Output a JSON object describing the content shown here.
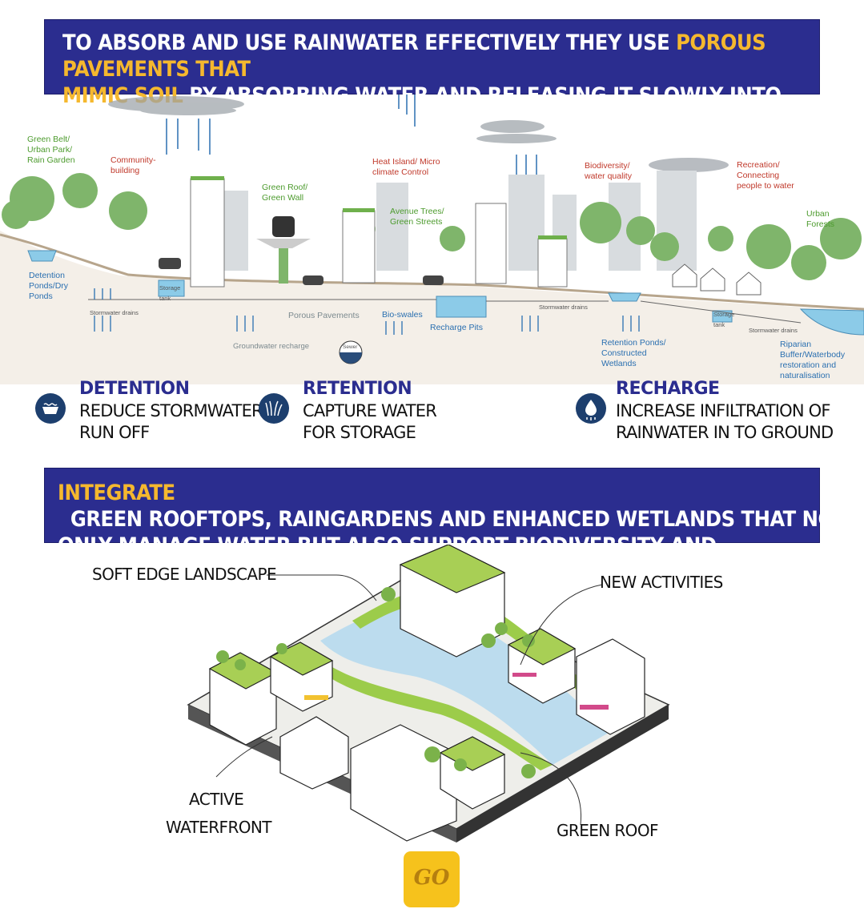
{
  "banner1": {
    "line1_pre": "TO ABSORB AND USE RAINWATER EFFECTIVELY THEY USE ",
    "line1_highlight": "POROUS PAVEMENTS THAT",
    "line2_highlight": "MIMIC SOIL",
    "line2_post": " BY ABSORBING WATER AND RELEASING IT SLOWLY INTO THE EARTH."
  },
  "section_labels": {
    "green_belt": "Green Belt/ Urban Park/ Rain Garden",
    "community": "Community- building",
    "green_roof": "Green Roof/ Green Wall",
    "heat_island": "Heat Island/ Micro climate Control",
    "avenue_trees": "Avenue Trees/ Green Streets",
    "biodiversity": "Biodiversity/ water quality",
    "recreation": "Recreation/ Connecting people to water",
    "urban_forests": "Urban Forests",
    "detention_ponds": "Detention Ponds/Dry Ponds",
    "storage_tank_1": "Storage tank",
    "stormwater_drains_1": "Stormwater drains",
    "porous_pavements": "Porous Pavements",
    "bio_swales": "Bio-swales",
    "recharge_pits": "Recharge Pits",
    "groundwater_recharge": "Groundwater recharge",
    "sewer": "Sewer",
    "stormwater_drains_2": "Stormwater drains",
    "storage_tank_2": "Storage tank",
    "stormwater_drains_3": "Stormwater drains",
    "retention_ponds": "Retention Ponds/ Constructed Wetlands",
    "riparian": "Riparian Buffer/Waterbody restoration and naturalisation"
  },
  "strategies": [
    {
      "title": "DETENTION",
      "line1": "REDUCE STORMWATER",
      "line2": "RUN OFF",
      "icon": "basin-icon"
    },
    {
      "title": "RETENTION",
      "line1": "CAPTURE WATER",
      "line2": "FOR STORAGE",
      "icon": "grass-icon"
    },
    {
      "title": "RECHARGE",
      "line1": "INCREASE INFILTRATION OF",
      "line2": "RAINWATER IN TO GROUND",
      "icon": "water-drop-icon"
    }
  ],
  "banner2": {
    "highlight": "INTEGRATE",
    "line1_post": "  GREEN ROOFTOPS, RAINGARDENS AND ENHANCED WETLANDS THAT NOT",
    "line2": "ONLY MANAGE WATER BUT ALSO SUPPORT BIODIVERSITY AND IMPROVE AIR QUALITY"
  },
  "axon_labels": {
    "soft_edge": "SOFT EDGE LANDSCAPE",
    "new_activities": "NEW ACTIVITIES",
    "active_waterfront_1": "ACTIVE",
    "active_waterfront_2": "WATERFRONT",
    "green_roof": "GREEN ROOF"
  },
  "logo": {
    "text": "GO"
  },
  "colors": {
    "banner": "#2b2d8f",
    "highlight": "#f5b82e",
    "icon_circle": "#1d3f6e",
    "logo": "#f6c21c"
  }
}
